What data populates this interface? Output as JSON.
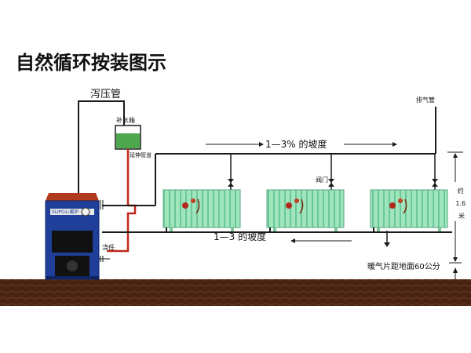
{
  "title": "自然循环按装图示",
  "labels": {
    "overflow_pipe": "泻压管",
    "water_tank": "补水箱",
    "expansion_pipe_vertical": "延伸管道",
    "exhaust_pipe": "排气管",
    "top_slope": "1—3% 的坡度",
    "bottom_slope": "1—3 的坡度",
    "valve": "阀门",
    "fill": "浇任",
    "height_note": [
      "约",
      "1.6",
      "米"
    ],
    "radiator_height_note": "暖气片距地面60公分",
    "boiler_brand": "SUPO心暖炉"
  },
  "colors": {
    "ground": "#4a2412",
    "pipe": "#1a1a1a",
    "hot_pipe": "#c0281c",
    "radiator": "#8fe0b4",
    "tank_water": "#4da84d",
    "boiler_body": "#1f3f9a",
    "boiler_top": "#b03a1e"
  }
}
